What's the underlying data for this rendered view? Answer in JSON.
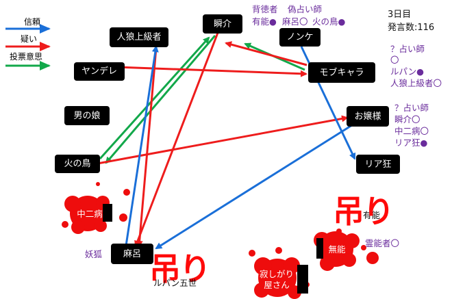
{
  "legend": {
    "trust": {
      "label": "信頼",
      "color": "#1a6fd8"
    },
    "doubt": {
      "label": "疑い",
      "color": "#ee1c1c"
    },
    "vote": {
      "label": "投票意思",
      "color": "#12a84a"
    }
  },
  "info": {
    "day": "3日目",
    "speech_count": "発言数:116"
  },
  "nodes": {
    "shunsuke": "瞬介",
    "jinrou": "人狼上級者",
    "nonke": "ノンケ",
    "yandere": "ヤンデレ",
    "mobu": "モブキャラ",
    "otokonoko": "男の娘",
    "ojousama": "お嬢様",
    "hinotori": "火の鳥",
    "riajuu": "リア狂",
    "asaro": "麻呂",
    "chuunibyou": "中二病",
    "munou": "無能",
    "sabishigari": "寂しがり屋さん"
  },
  "annotations": {
    "haitokusha": "背徳者",
    "nise_uranai": "偽占い師",
    "results": [
      "有能●",
      "麻呂〇",
      "火の鳥●"
    ],
    "mobu_claim": [
      "？占い師",
      "〇",
      "ルパン●",
      "人狼上級者〇"
    ],
    "ojou_claim": [
      "？占い師",
      "瞬介〇",
      "中二病〇",
      "リア狂●"
    ],
    "youko": "妖狐",
    "reinousha": "霊能者〇",
    "yuunou": "有能",
    "rupan_godai": "ルパン五世"
  },
  "stamps": {
    "hung1": "吊り",
    "hung2": "吊り"
  }
}
